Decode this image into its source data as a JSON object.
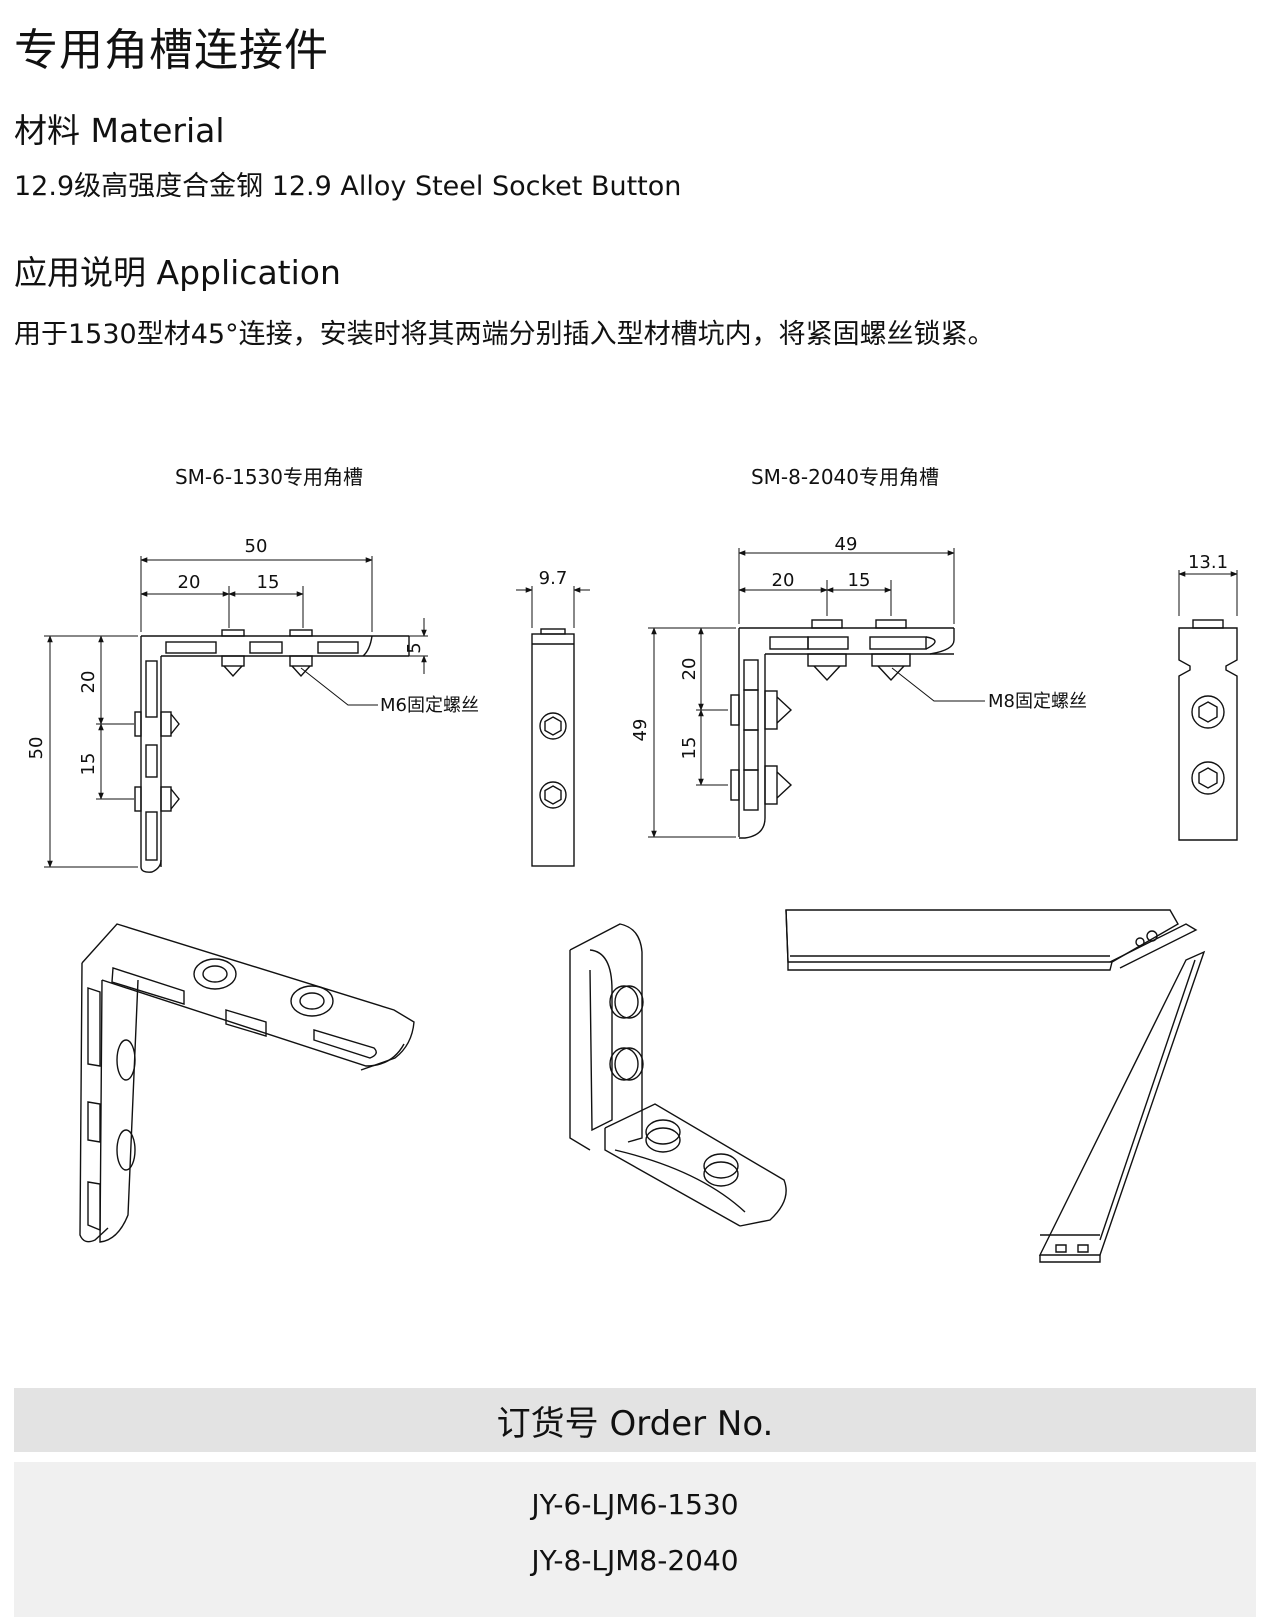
{
  "title": "专用角槽连接件",
  "material": {
    "heading": "材料 Material",
    "text": "12.9级高强度合金钢 12.9 Alloy Steel Socket Button"
  },
  "application": {
    "heading": "应用说明 Application",
    "text": "用于1530型材45°连接，安装时将其两端分别插入型材槽坑内，将紧固螺丝锁紧。"
  },
  "drawing1": {
    "label": "SM-6-1530专用角槽",
    "dim_total_w": "50",
    "dim_a": "20",
    "dim_b": "15",
    "dim_thick": "5",
    "dim_total_h": "50",
    "dim_va": "20",
    "dim_vb": "15",
    "screw": "M6固定螺丝",
    "side_w": "9.7"
  },
  "drawing2": {
    "label": "SM-8-2040专用角槽",
    "dim_total_w": "49",
    "dim_a": "20",
    "dim_b": "15",
    "dim_total_h": "49",
    "dim_va": "20",
    "dim_vb": "15",
    "screw": "M8固定螺丝",
    "side_w": "13.1"
  },
  "order": {
    "heading": "订货号 Order No.",
    "items": [
      "JY-6-LJM6-1530",
      "JY-8-LJM8-2040"
    ]
  }
}
